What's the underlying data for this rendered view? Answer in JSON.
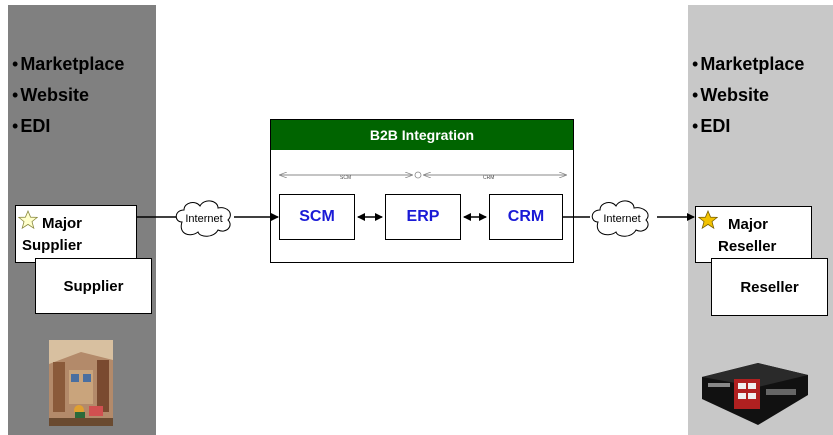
{
  "left_panel": {
    "bullets": [
      "Marketplace",
      "Website",
      "EDI"
    ],
    "major_card": {
      "line1": "Major",
      "line2": "Supplier"
    },
    "minor_card": "Supplier"
  },
  "right_panel": {
    "bullets": [
      "Marketplace",
      "Website",
      "EDI"
    ],
    "major_card": {
      "line1": "Major",
      "line2": "Reseller"
    },
    "minor_card": "Reseller"
  },
  "integration": {
    "title": "B2B Integration",
    "modules": [
      "SCM",
      "ERP",
      "CRM"
    ],
    "scope_labels": [
      "SCM",
      "CRM"
    ]
  },
  "clouds": [
    "Internet",
    "Internet"
  ],
  "colors": {
    "header_green": "#006400",
    "module_text_blue": "#1a1ad6",
    "left_panel_gray": "#808080",
    "right_panel_gray": "#c8c8c8",
    "star_left": "#ffffcc",
    "star_right": "#f2c200"
  },
  "icons": {
    "left_image": "warehouse-photo-icon",
    "right_image": "store-building-icon"
  }
}
